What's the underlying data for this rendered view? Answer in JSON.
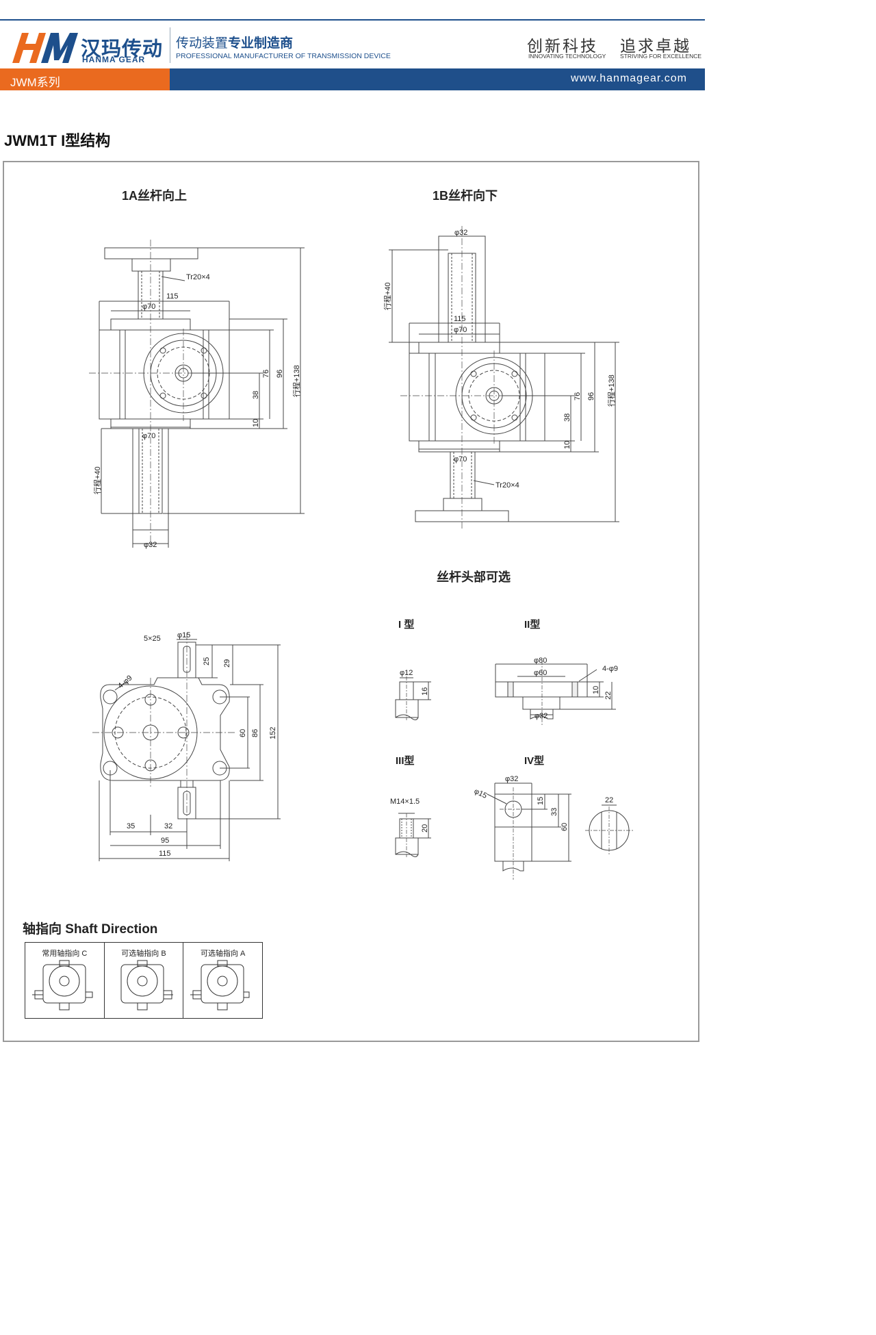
{
  "header": {
    "logo_cn": "汉玛传动",
    "logo_en": "HANMA GEAR",
    "slogan_cn_prefix": "传动装置",
    "slogan_cn_bold": "专业制造商",
    "slogan_en": "PROFESSIONAL MANUFACTURER OF TRANSMISSION DEVICE",
    "motto1_cn": "创新科技",
    "motto1_en": "INNOVATING TECHNOLOGY",
    "motto2_cn": "追求卓越",
    "motto2_en": "STRIVING FOR EXCELLENCE",
    "series": "JWM系列",
    "website": "www.hanmagear.com"
  },
  "page_title": "JWM1T I型结构",
  "colors": {
    "brand_blue": "#1f4f8a",
    "brand_orange": "#ea6a1f"
  },
  "drawing_1a": {
    "title": "1A丝杆向上",
    "thread": "Tr20×4",
    "w115": "115",
    "d70_top": "φ70",
    "d70_bot": "φ70",
    "h76": "76",
    "h96": "96",
    "h38": "38",
    "h10": "10",
    "stroke138": "行程+138",
    "stroke40": "行程+40",
    "d32": "φ32"
  },
  "drawing_1b": {
    "title": "1B丝杆向下",
    "d32": "φ32",
    "stroke40": "行程+40",
    "w115": "115",
    "d70_top": "φ70",
    "d70_bot": "φ70",
    "h76": "76",
    "h96": "96",
    "h38": "38",
    "h10": "10",
    "stroke138": "行程+138",
    "thread": "Tr20×4"
  },
  "side_view": {
    "key": "5×25",
    "d15": "φ15",
    "holes": "4-φ9",
    "h25": "25",
    "h29": "29",
    "h60": "60",
    "h86": "86",
    "h152": "152",
    "w35": "35",
    "w32": "32",
    "w95": "95",
    "w115": "115"
  },
  "screw_heads": {
    "title": "丝杆头部可选",
    "type1": {
      "label": "I 型",
      "d12": "φ12",
      "h16": "16"
    },
    "type2": {
      "label": "II型",
      "d80": "φ80",
      "d60": "φ60",
      "holes": "4-φ9",
      "h10": "10",
      "h22": "22",
      "d32": "φ32"
    },
    "type3": {
      "label": "III型",
      "thread": "M14×1.5",
      "h20": "20"
    },
    "type4": {
      "label": "IV型",
      "d32": "φ32",
      "d15": "φ15",
      "h15": "15",
      "h33": "33",
      "h60": "60",
      "w22": "22"
    }
  },
  "shaft_direction": {
    "title": "轴指向 Shaft Direction",
    "options": [
      {
        "label": "常用轴指向 C"
      },
      {
        "label": "可选轴指向 B"
      },
      {
        "label": "可选轴指向 A"
      }
    ]
  }
}
